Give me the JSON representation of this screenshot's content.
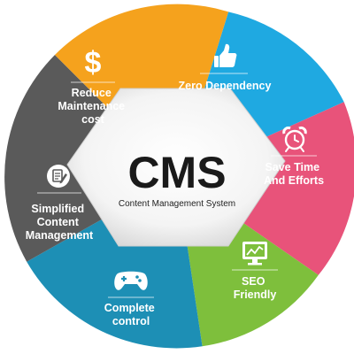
{
  "center": {
    "title": "CMS",
    "subtitle": "Content Management System"
  },
  "segments": [
    {
      "id": "zero-dependency",
      "lines": [
        "Zero Dependency"
      ],
      "color": "#1fa9e1",
      "icon": "thumbs-up-icon"
    },
    {
      "id": "save-time",
      "lines": [
        "Save Time",
        "And Efforts"
      ],
      "color": "#e8537a",
      "icon": "alarm-clock-icon"
    },
    {
      "id": "seo-friendly",
      "lines": [
        "SEO",
        "Friendly"
      ],
      "color": "#7ebf3c",
      "icon": "analytics-monitor-icon"
    },
    {
      "id": "complete-control",
      "lines": [
        "Complete",
        "control"
      ],
      "color": "#1d8fb5",
      "icon": "gamepad-icon"
    },
    {
      "id": "simplified-content",
      "lines": [
        "Simplified",
        "Content",
        "Management"
      ],
      "color": "#5a5a5a",
      "icon": "document-edit-icon"
    },
    {
      "id": "reduce-maintenance",
      "lines": [
        "Reduce",
        "Maintenance",
        "cost"
      ],
      "color": "#f5a21d",
      "icon": "dollar-icon"
    }
  ]
}
